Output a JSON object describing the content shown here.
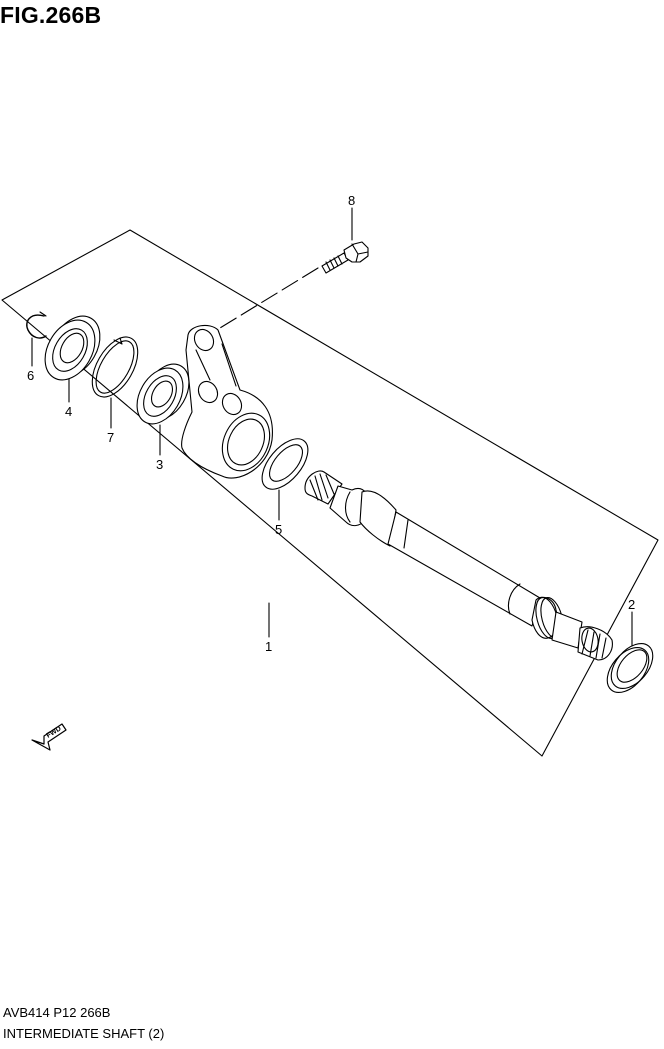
{
  "figure": {
    "title": "FIG.266B"
  },
  "callouts": [
    {
      "id": "c1",
      "label": "1"
    },
    {
      "id": "c2",
      "label": "2"
    },
    {
      "id": "c3",
      "label": "3"
    },
    {
      "id": "c4",
      "label": "4"
    },
    {
      "id": "c5",
      "label": "5"
    },
    {
      "id": "c6",
      "label": "6"
    },
    {
      "id": "c7",
      "label": "7"
    },
    {
      "id": "c8",
      "label": "8"
    }
  ],
  "direction_marker": {
    "label": "FWD",
    "icon": "fwd-arrow-icon"
  },
  "footer": {
    "code": "AVB414 P12 266B",
    "name": "INTERMEDIATE SHAFT (2)"
  },
  "colors": {
    "line": "#000000",
    "background": "#ffffff",
    "fill": "#ffffff"
  }
}
